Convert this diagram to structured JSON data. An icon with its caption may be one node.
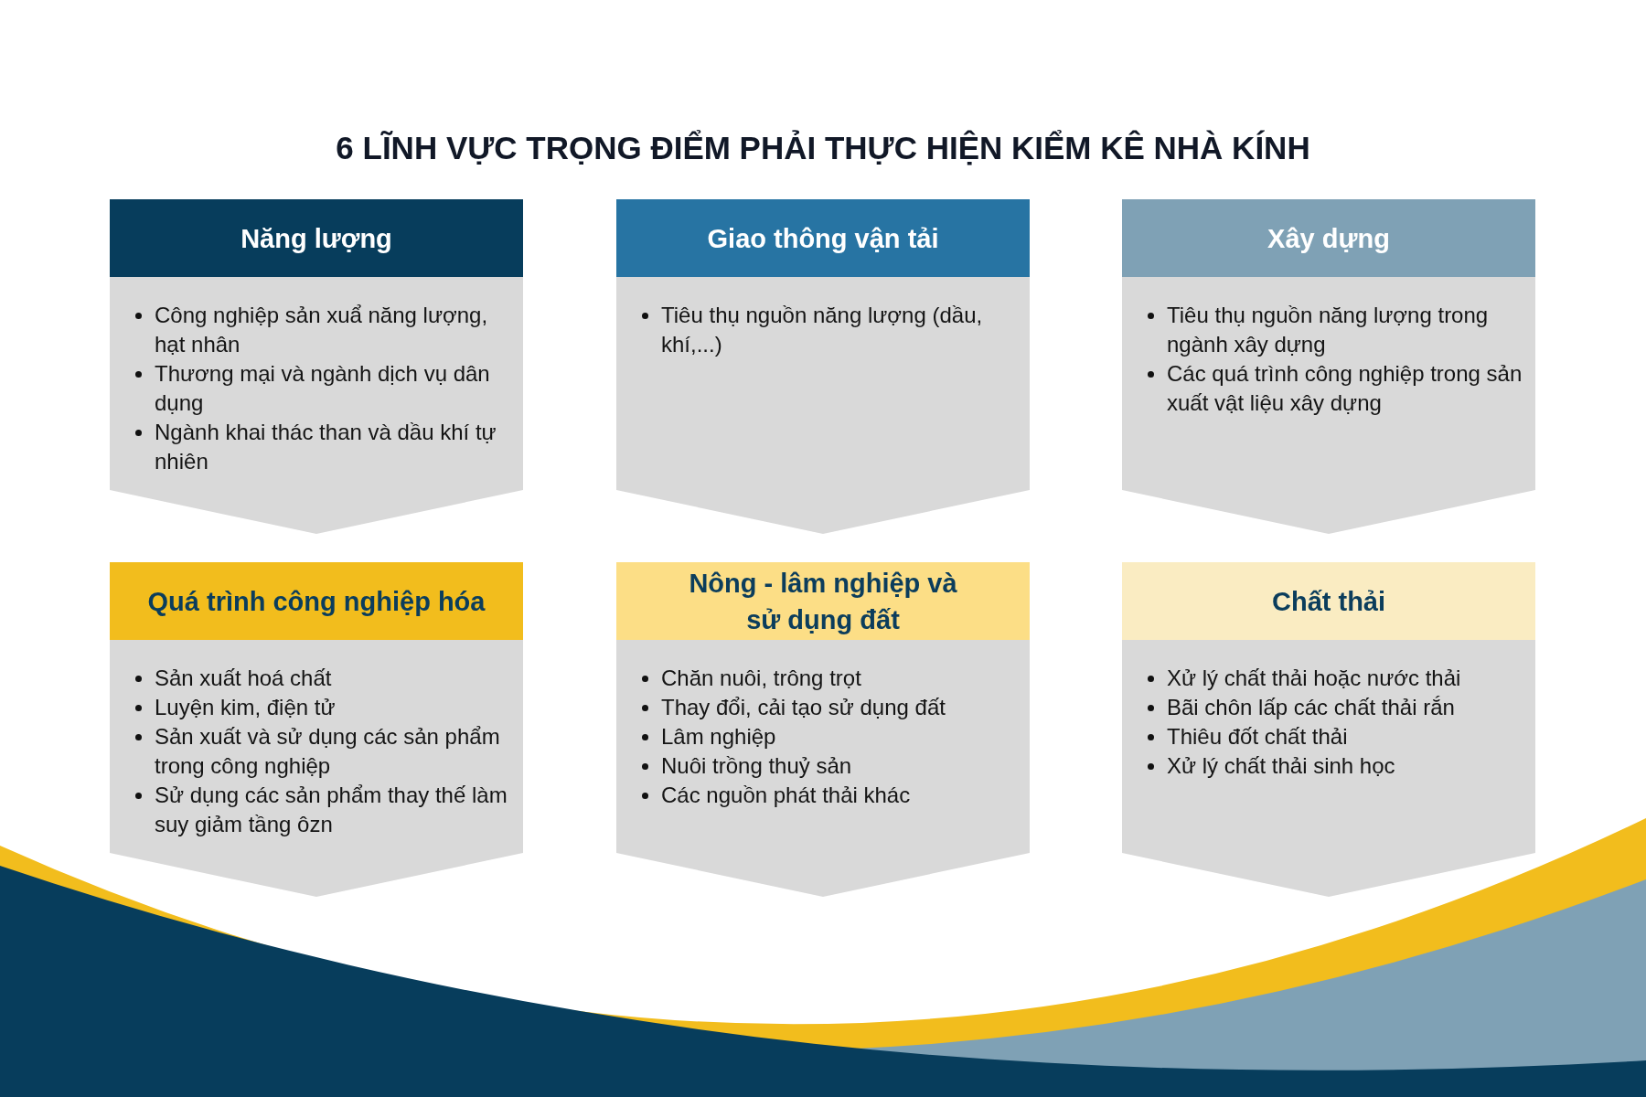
{
  "diagram": {
    "title": "6 LĨNH VỰC TRỌNG ĐIỂM PHẢI THỰC HIỆN KIỂM KÊ NHÀ KÍNH",
    "nodes": [
      {
        "text": [
          "Năng lượng",
          "Công nghiệp sản xuẩ năng lượng, hạt nhân",
          "Thương mại và ngành dịch vụ dân dụng",
          "Ngành khai thác than và dầu khí tự nhiên"
        ]
      },
      {
        "text": [
          "Giao thông vận tải",
          "Tiêu thụ nguồn năng lượng (dầu, khí,...)"
        ]
      },
      {
        "text": [
          "Xây dựng",
          "Tiêu thụ nguồn năng lượng trong ngành xây dựng",
          "Các quá trình công nghiệp trong sản xuất vật liệu xây dựng"
        ]
      },
      {
        "text": [
          "Quá trình công nghiệp hóa",
          "Sản xuất hoá chất",
          "Luyện kim, điện tử",
          "Sản xuất và sử dụng các sản phẩm trong công nghiệp",
          "Sử dụng các sản phẩm thay thế làm suy giảm tầng ôzn"
        ]
      },
      {
        "text": [
          "Nông - lâm nghiệp và sử dụng đất",
          "Chăn nuôi, trông trọt",
          "Thay đổi, cải tạo sử dụng đất",
          "Lâm nghiệp",
          "Nuôi trồng thuỷ sản",
          "Các nguồn phát thải khác"
        ]
      },
      {
        "text": [
          "Chất thải",
          "Xử lý chất thải hoặc nước thải",
          "Bãi chôn lấp các chất thải rắn",
          "Thiêu đốt chất thải",
          "Xử lý chất thải sinh học"
        ]
      }
    ]
  }
}
